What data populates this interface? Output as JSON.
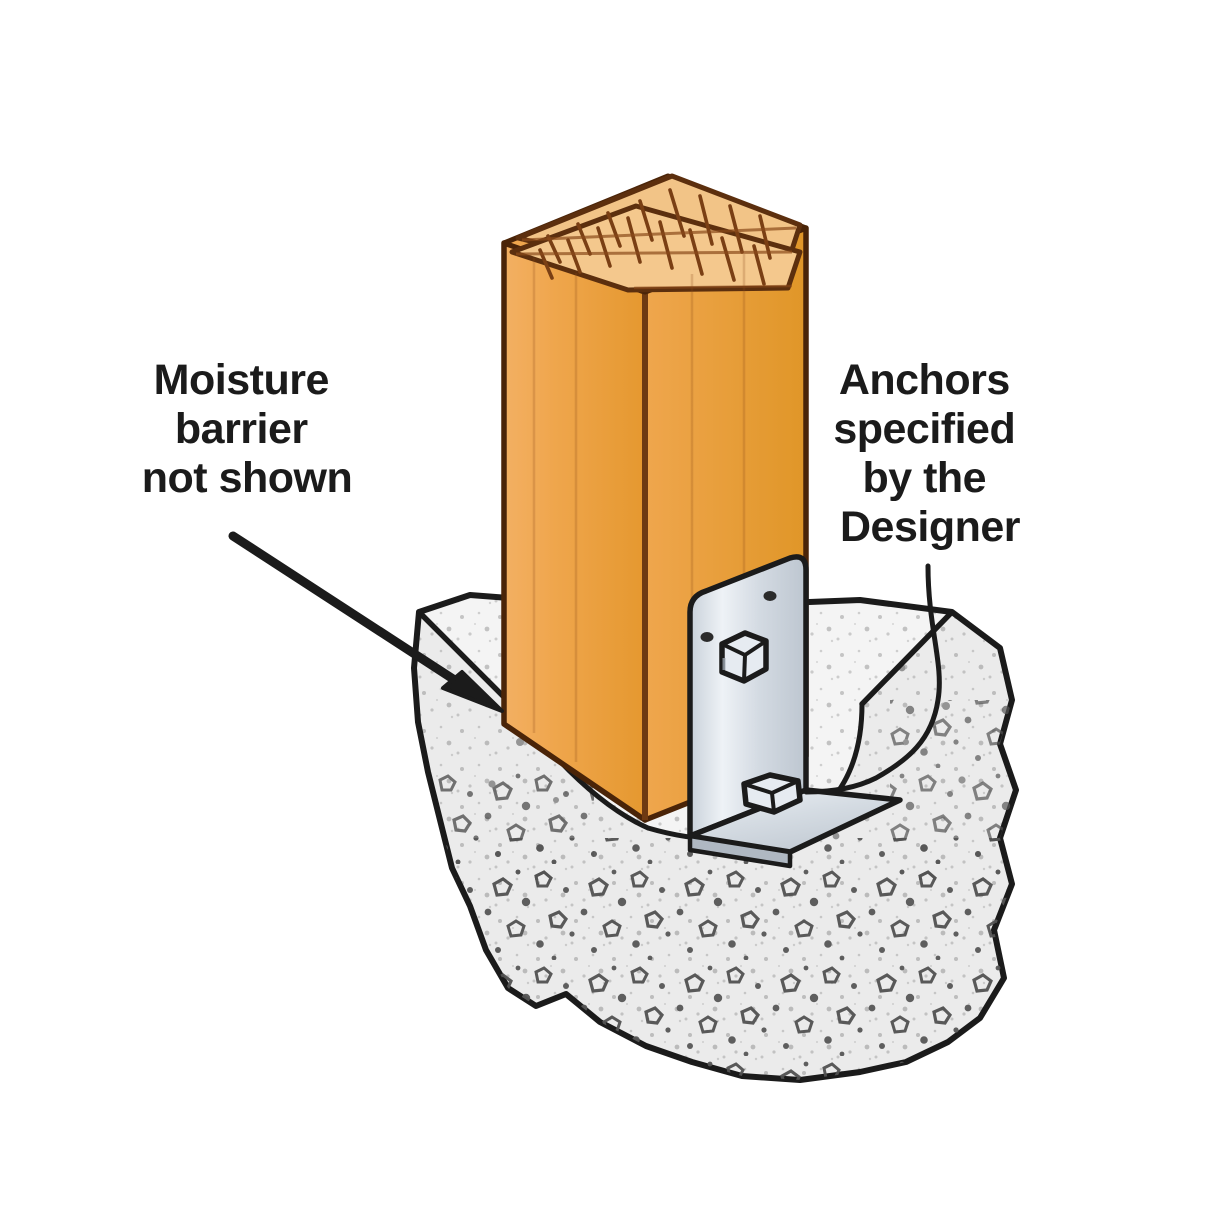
{
  "figure": {
    "title": "Wood post base anchored to concrete footing",
    "background_color": "#ffffff"
  },
  "labels": {
    "left_callout": {
      "name": "moisture-barrier-callout",
      "lines": [
        "Moisture",
        "barrier",
        "not shown"
      ],
      "align": "center",
      "color": "#1b1b1b",
      "leader": "straight-arrow"
    },
    "right_callout": {
      "name": "anchors-callout",
      "lines": [
        "Anchors",
        "specified",
        "by the",
        "Designer"
      ],
      "align": "center",
      "color": "#1b1b1b",
      "leader": "curved-line"
    }
  },
  "components": {
    "wood_post": {
      "label": "wood post",
      "front_face_color": "#EFA64D",
      "side_face_color": "#E8A04A",
      "end_grain_color": "#F0C07A",
      "grain_line_color": "#6E3A12",
      "outline_color": "#4A2408"
    },
    "concrete_footing": {
      "label": "concrete footing",
      "fill_color": "#F2F2F2",
      "speckle_color": "#8C8C8C",
      "aggregate_color": "#6B6B6B",
      "outline_color": "#1b1b1b",
      "shade_color": "#E4E4E4"
    },
    "anchor_bracket": {
      "label": "galvanized L-shaped anchor bracket",
      "plate_color": "#D9DEE4",
      "plate_highlight": "#EDF1F5",
      "plate_shadow": "#BCC4CD",
      "outline_color": "#1b1b1b",
      "fastener_label": "hex bolt",
      "fastener_count": 2,
      "bolt_hole_count": 2
    }
  },
  "colors": {
    "ink": "#1b1b1b",
    "wood": "#EFA64D",
    "metal": "#D9DEE4",
    "concrete": "#F2F2F2"
  }
}
